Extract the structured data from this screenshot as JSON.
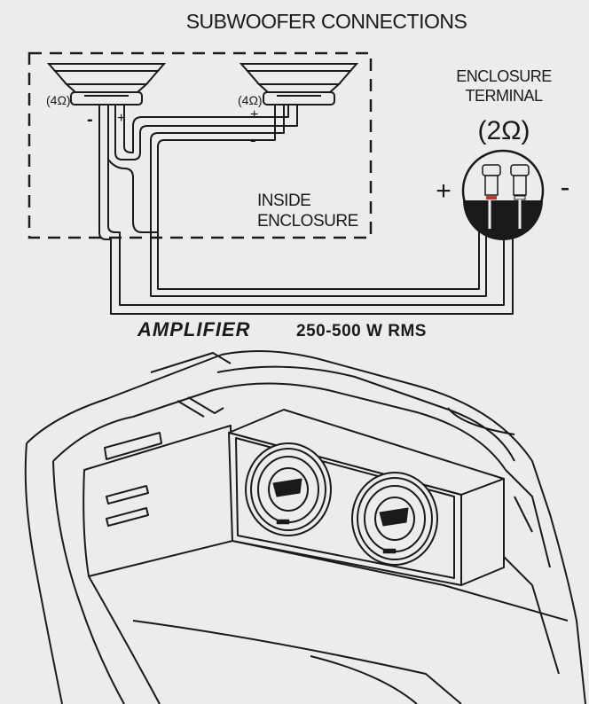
{
  "title": "SUBWOOFER CONNECTIONS",
  "left_sub": {
    "impedance": "(4Ω)",
    "neg": "-",
    "pos": "+"
  },
  "right_sub": {
    "impedance": "(4Ω)",
    "pos": "+",
    "neg": "-"
  },
  "inside_enclosure": {
    "line1": "INSIDE",
    "line2": "ENCLOSURE"
  },
  "enclosure_terminal": {
    "line1": "ENCLOSURE",
    "line2": "TERMINAL",
    "impedance": "(2Ω)",
    "pos": "+",
    "neg": "-"
  },
  "amplifier": {
    "label": "AMPLIFIER",
    "rating": "250-500 W RMS"
  },
  "colors": {
    "background": "#ececec",
    "line": "#1a1a1a",
    "accent_red": "#c0392b"
  },
  "icons": [
    "subwoofer-driver-icon",
    "terminal-cup-icon",
    "car-trunk-illustration",
    "subwoofer-box-icon"
  ]
}
